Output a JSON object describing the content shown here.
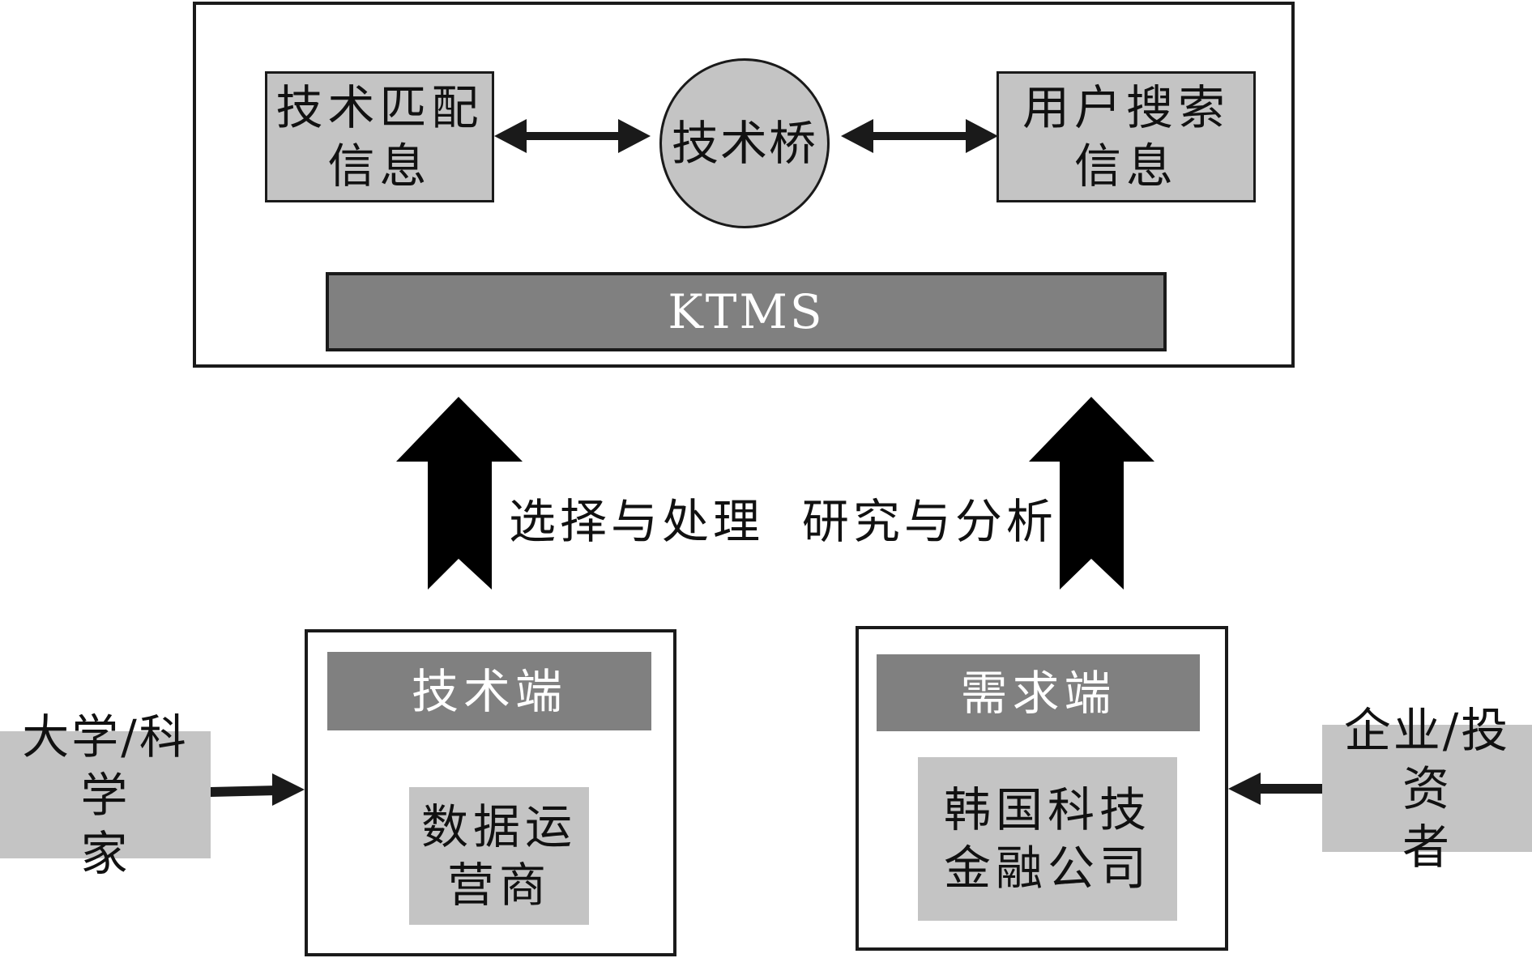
{
  "top_panel": {
    "left_box_label": "技术匹配\n信息",
    "center_circle_label": "技术桥",
    "right_box_label": "用户搜索\n信息",
    "bar_label": "KTMS"
  },
  "middle": {
    "process_label": "选择与处理  研究与分析"
  },
  "left_panel": {
    "header_label": "技术端",
    "inner_label": "数据运\n营商",
    "outside_label": "大学/科学\n家"
  },
  "right_panel": {
    "header_label": "需求端",
    "inner_label": "韩国科技\n金融公司",
    "outside_label": "企业/投资\n者"
  },
  "colors": {
    "light_fill": "#c4c4c4",
    "dark_fill": "#808080",
    "stroke": "#1a1a1a"
  }
}
